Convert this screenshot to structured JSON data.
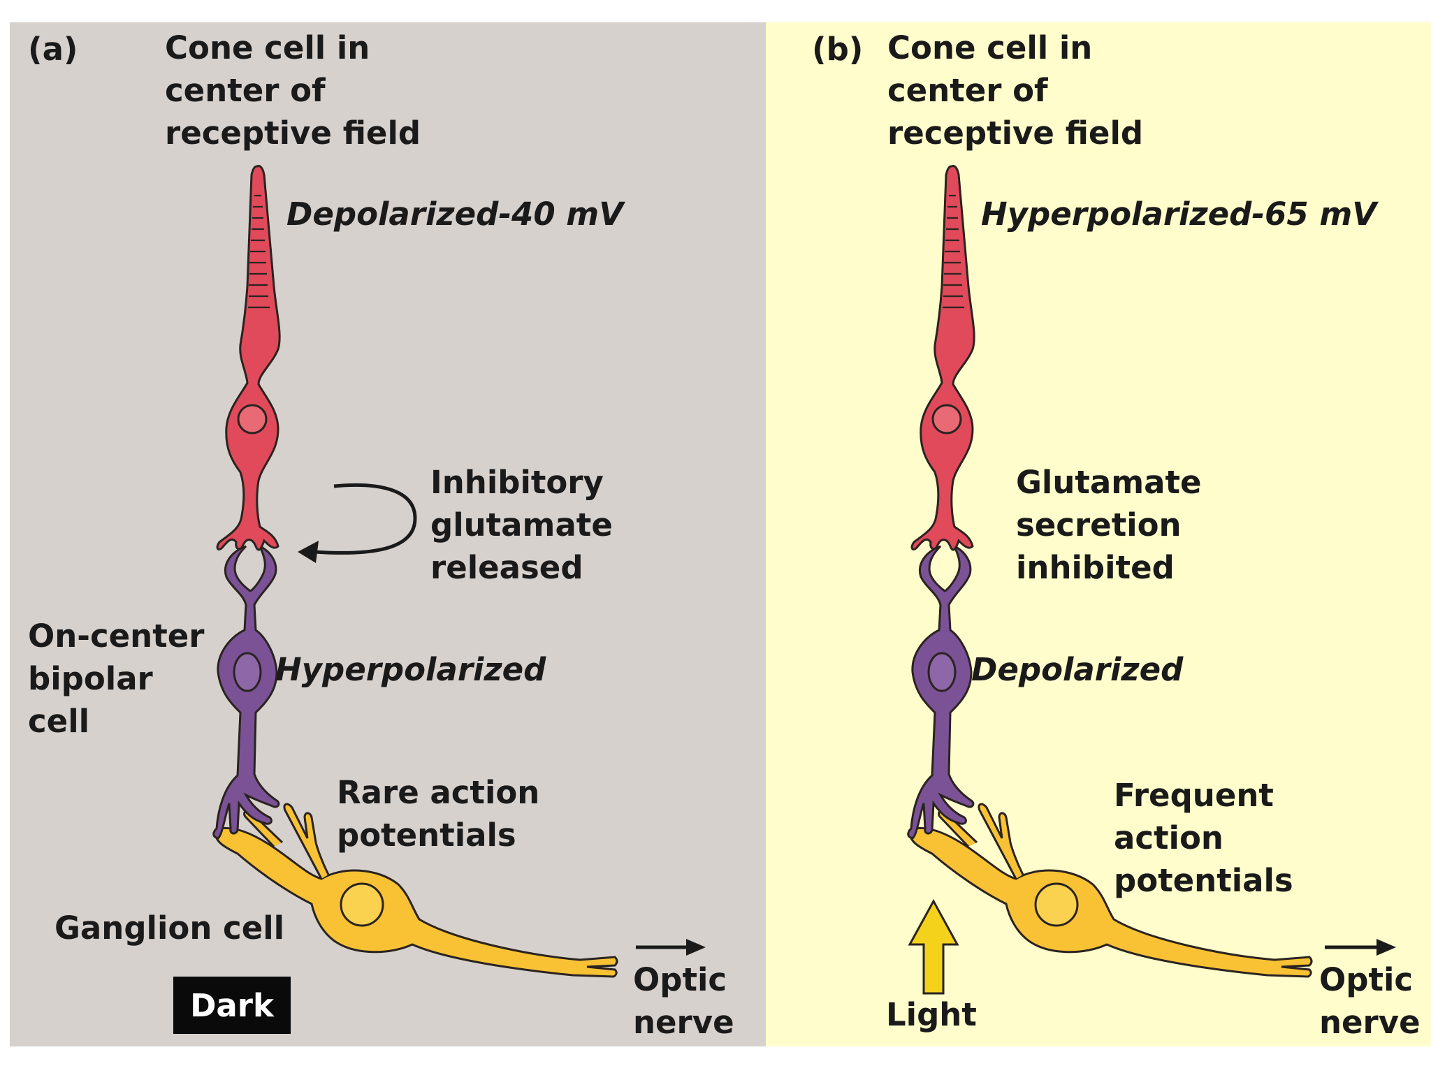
{
  "panel_a": {
    "letter": "(a)",
    "cone_title": [
      "Cone cell in",
      "center of",
      "receptive field"
    ],
    "cone_state": "Depolarized-40 mV",
    "synapse_note": [
      "Inhibitory",
      "glutamate",
      "released"
    ],
    "bipolar_label": [
      "On-center",
      "bipolar",
      "cell"
    ],
    "bipolar_state": "Hyperpolarized",
    "ganglion_note": [
      "Rare action",
      "potentials"
    ],
    "ganglion_label": "Ganglion cell",
    "condition": "Dark",
    "output_label": [
      "Optic",
      "nerve"
    ]
  },
  "panel_b": {
    "letter": "(b)",
    "cone_title": [
      "Cone cell in",
      "center of",
      "receptive field"
    ],
    "cone_state": "Hyperpolarized-65 mV",
    "synapse_note": [
      "Glutamate",
      "secretion",
      "inhibited"
    ],
    "bipolar_state": "Depolarized",
    "ganglion_note": [
      "Frequent",
      "action",
      "potentials"
    ],
    "condition": "Light",
    "output_label": [
      "Optic",
      "nerve"
    ]
  },
  "colors": {
    "dark_bg": "#d6d1cd",
    "light_bg": "#fefdcb",
    "cone": "#e04a5a",
    "bipolar": "#7b5296",
    "ganglion": "#f8c234",
    "light_arrow": "#f4d21c"
  }
}
